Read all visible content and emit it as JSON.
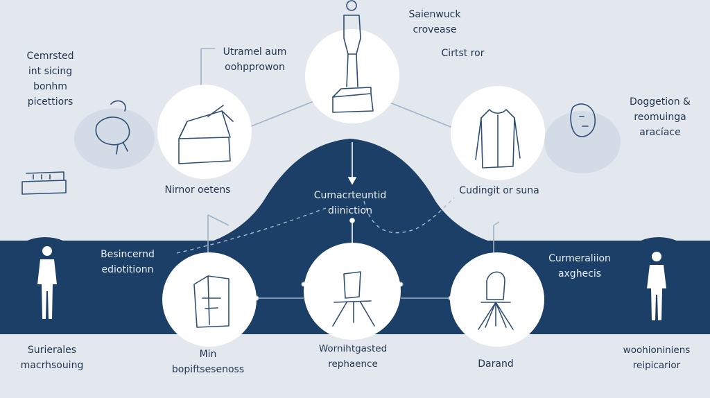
{
  "labels": {
    "top_right_small": "Saienwuck\ncrovease",
    "top_left_block": "Cemrsted\nint sicing\nbonhm\npicettiors",
    "top_center_left": "Utramel aum\noohpprowon",
    "top_right": "Cirtst ror",
    "far_right_top": "Doggetion &\nreomuinga\naracíace",
    "mid_left": "Nirnor oetens",
    "mid_right": "Cudingit or suna",
    "center_dark": "Cumacrteuntid\ndiiniction",
    "band_left": "Besincernd\nediotitionn",
    "band_right": "Curmeraliion\naxghecis",
    "bottom_far_left": "Surierales\nmacrhsouing",
    "bottom_left": "Min\nbopiftsesenoss",
    "bottom_center": "Wornihtgasted\nrephaence",
    "bottom_right": "Darand",
    "bottom_far_right": "woohioniniens\nreipicarior"
  },
  "icons": [
    "mannequin-on-pedestal-icon",
    "box-icon",
    "jacket-icon",
    "doodle-figure-icon",
    "face-doodle-icon",
    "sewing-machine-icon",
    "wardrobe-icon",
    "chair-icon",
    "sculpture-stand-icon",
    "person-silhouette-icon"
  ],
  "colors": {
    "background": "#e3e8ef",
    "navy": "#1b3f66",
    "node_fill": "#ffffff",
    "line": "#9fb2c8",
    "text": "#1f3550"
  }
}
